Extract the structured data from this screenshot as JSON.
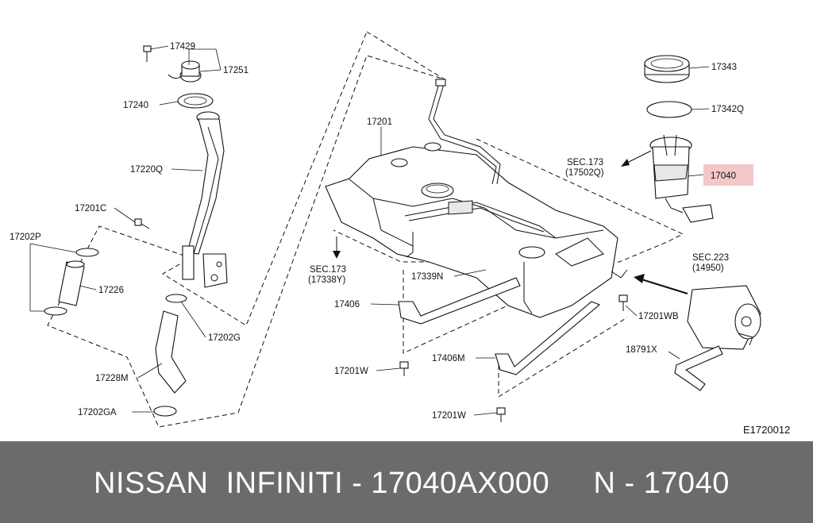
{
  "diagram": {
    "code": "E1720012",
    "highlight_color": "#f4c8c8",
    "labels": {
      "p17429": "17429",
      "p17251": "17251",
      "p17240": "17240",
      "p17220Q": "17220Q",
      "p17201C": "17201C",
      "p17202P": "17202P",
      "p17226": "17226",
      "p17202G": "17202G",
      "p17228M": "17228M",
      "p17202GA": "17202GA",
      "p17201": "17201",
      "sec173_a": "SEC.173",
      "sec173_a_ref": "(17338Y)",
      "p17339N": "17339N",
      "p17406": "17406",
      "p17201W_a": "17201W",
      "p17406M": "17406M",
      "p17201W_b": "17201W",
      "p17343": "17343",
      "p17342Q": "17342Q",
      "sec173_b": "SEC.173",
      "sec173_b_ref": "(17502Q)",
      "p17040": "17040",
      "sec223": "SEC.223",
      "sec223_ref": "(14950)",
      "p17201WB": "17201WB",
      "p18791X": "18791X"
    }
  },
  "footer": {
    "title": "NISSAN  INFINITI - 17040AX000     N - 17040",
    "background": "#6b6b6b"
  }
}
